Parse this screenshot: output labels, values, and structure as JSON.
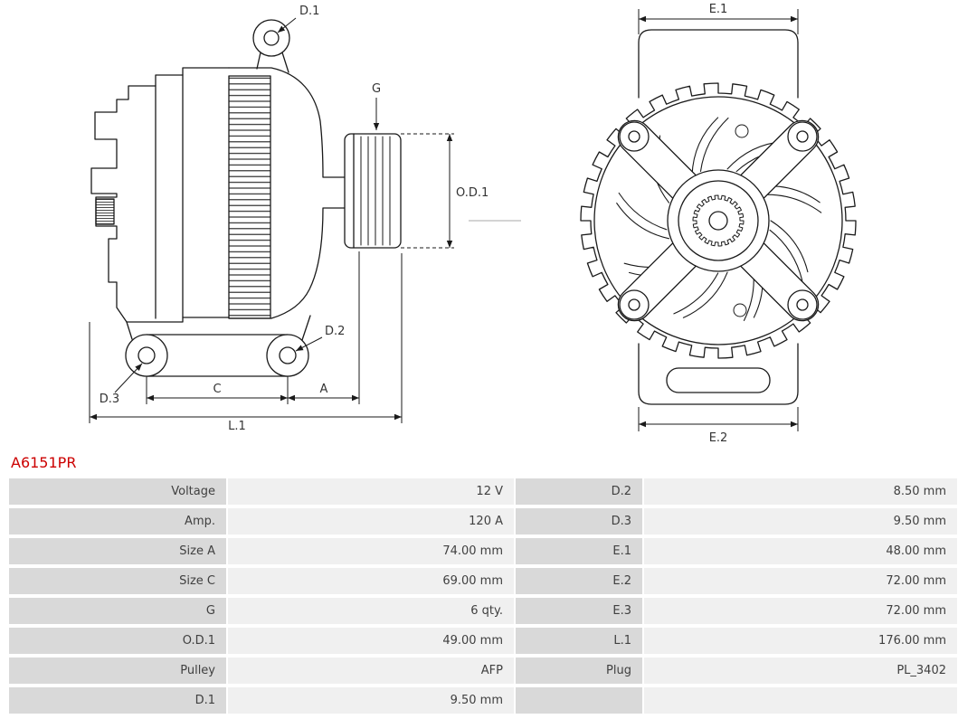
{
  "part_number": "A6151PR",
  "colors": {
    "part_number": "#cc0000",
    "label_cell_bg": "#d9d9d9",
    "value_cell_bg": "#f0f0f0",
    "line": "#1a1a1a"
  },
  "diagram": {
    "side_view": {
      "d1": "D.1",
      "g": "G",
      "od1": "O.D.1",
      "d2": "D.2",
      "d3": "D.3",
      "c": "C",
      "a": "A",
      "l1": "L.1"
    },
    "front_view": {
      "e1": "E.1",
      "e2": "E.2"
    }
  },
  "table": {
    "left_rows": [
      {
        "label": "Voltage",
        "value": "12 V"
      },
      {
        "label": "Amp.",
        "value": "120 A"
      },
      {
        "label": "Size A",
        "value": "74.00 mm"
      },
      {
        "label": "Size C",
        "value": "69.00 mm"
      },
      {
        "label": "G",
        "value": "6 qty."
      },
      {
        "label": "O.D.1",
        "value": "49.00 mm"
      },
      {
        "label": "Pulley",
        "value": "AFP"
      },
      {
        "label": "D.1",
        "value": "9.50 mm"
      }
    ],
    "right_rows": [
      {
        "label": "D.2",
        "value": "8.50 mm"
      },
      {
        "label": "D.3",
        "value": "9.50 mm"
      },
      {
        "label": "E.1",
        "value": "48.00 mm"
      },
      {
        "label": "E.2",
        "value": "72.00 mm"
      },
      {
        "label": "E.3",
        "value": "72.00 mm"
      },
      {
        "label": "L.1",
        "value": "176.00 mm"
      },
      {
        "label": "Plug",
        "value": "PL_3402"
      },
      {
        "label": "",
        "value": ""
      }
    ]
  }
}
